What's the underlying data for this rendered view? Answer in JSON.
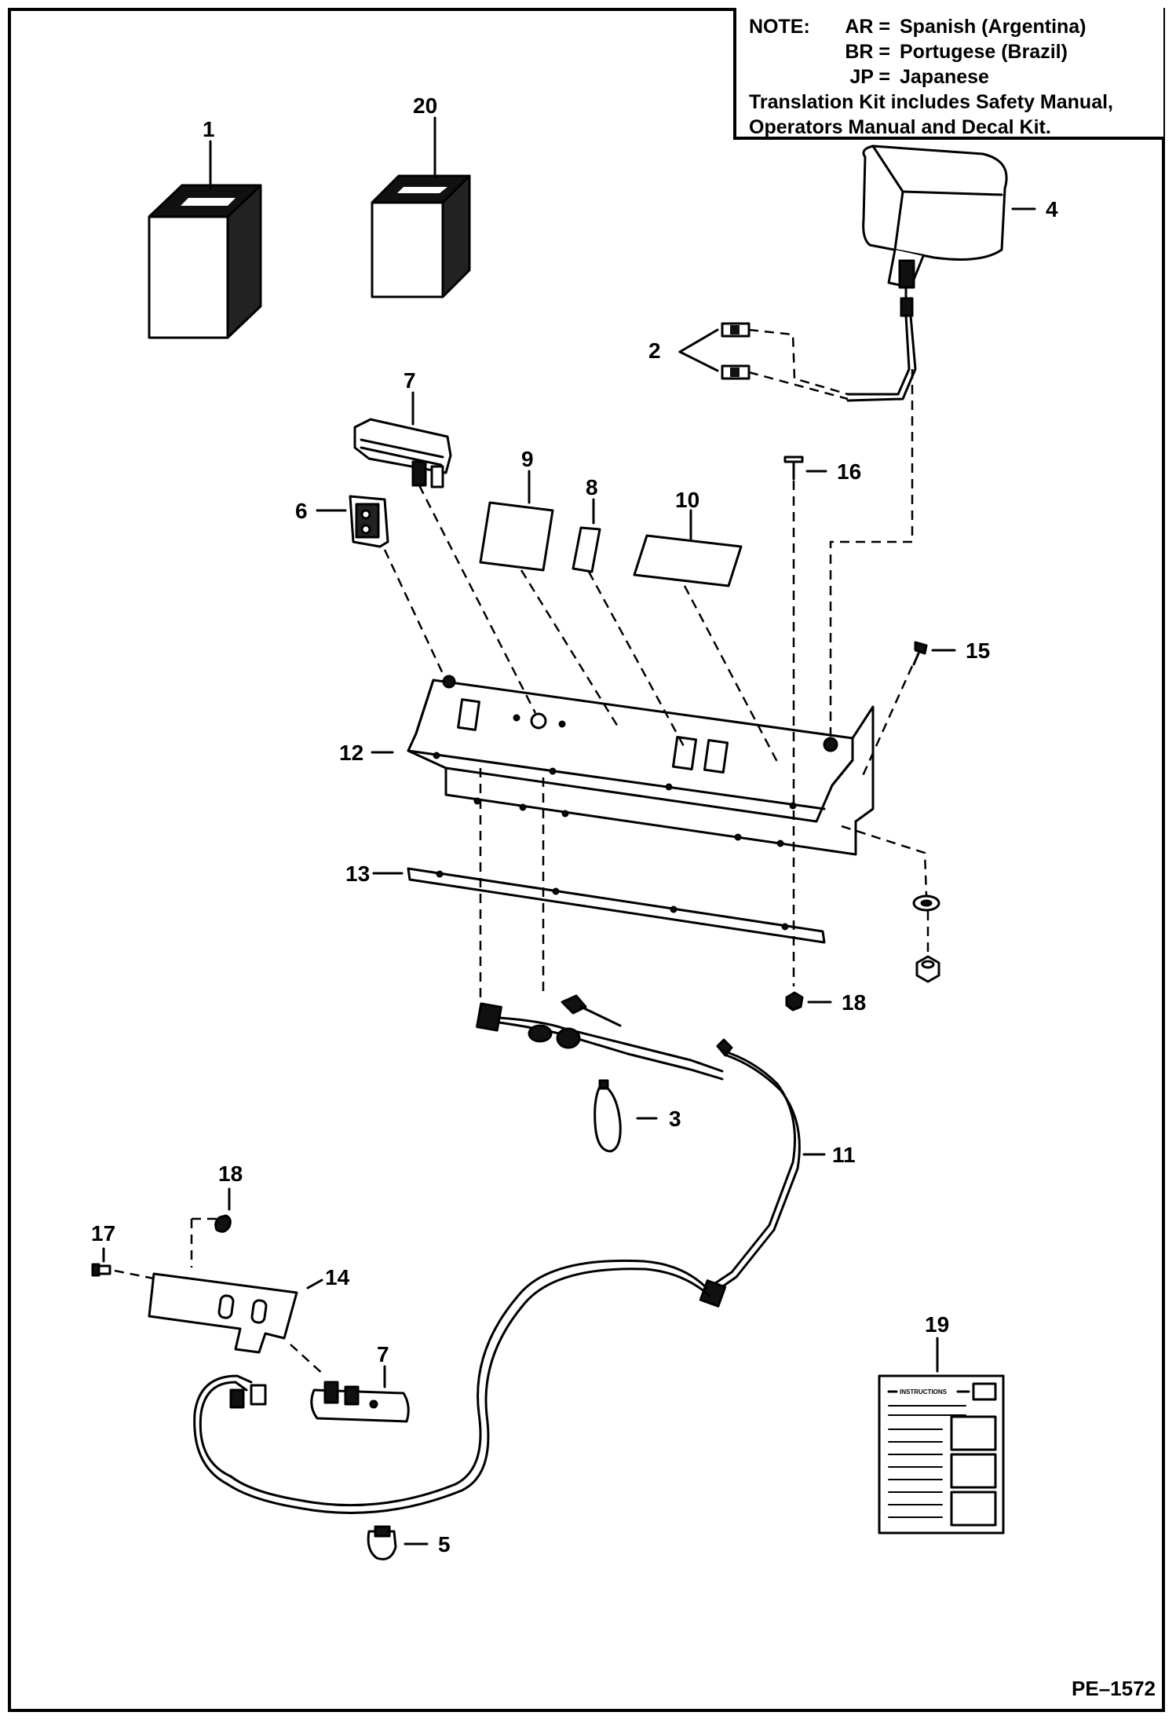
{
  "note": {
    "heading": "NOTE:",
    "codes": [
      {
        "key": "AR =",
        "value": "Spanish (Argentina)"
      },
      {
        "key": "BR =",
        "value": "Portugese (Brazil)"
      },
      {
        "key": "JP =",
        "value": "Japanese"
      }
    ],
    "kit_line_1": "Translation Kit includes Safety Manual,",
    "kit_line_2": "Operators Manual and Decal Kit."
  },
  "callouts": {
    "c1": "1",
    "c20": "20",
    "c4": "4",
    "c2": "2",
    "c7a": "7",
    "c16": "16",
    "c9": "9",
    "c8": "8",
    "c10": "10",
    "c6": "6",
    "c15": "15",
    "c12": "12",
    "c13": "13",
    "c18a": "18",
    "c3": "3",
    "c11": "11",
    "c18b": "18",
    "c17": "17",
    "c14": "14",
    "c7b": "7",
    "c19": "19",
    "c5": "5"
  },
  "instructions_card": {
    "title": "INSTRUCTIONS"
  },
  "footer": {
    "figure_id": "PE–1572"
  }
}
